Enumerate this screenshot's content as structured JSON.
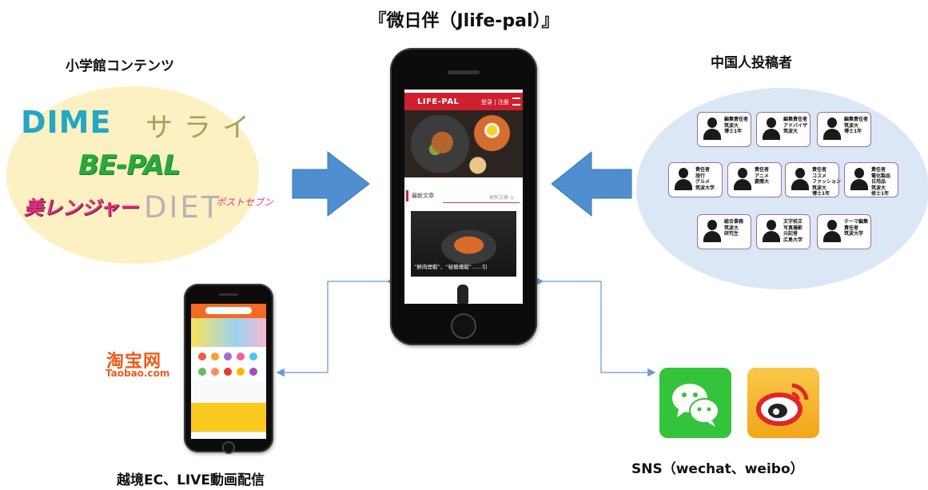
{
  "title": "『微日伴（Jlife-pal）』",
  "left": {
    "heading": "小学館コンテンツ",
    "logos": {
      "dime": "DIME",
      "sarai": "サライ",
      "bepal": "BE-PAL",
      "biren": "美レンジャー",
      "diet": "DIET",
      "post": "ポストセブン"
    }
  },
  "main_phone": {
    "logo": "LIFE-PAL",
    "login": "登录 | 注册",
    "section": "最新文章",
    "more": "更新文章 ◎",
    "caption": "“鮮肉煙蝦”、“秘醤燻蝦”……引"
  },
  "left_bottom": {
    "taobao_logo": "淘宝网",
    "taobao_url": "Taobao.com",
    "label": "越境EC、LIVE動画配信"
  },
  "right": {
    "heading": "中国人投稿者",
    "cards": [
      {
        "text": "編集責任者\n筑波大\n博士1年"
      },
      {
        "text": "編集責任者\nアドバイザ\n筑波大"
      },
      {
        "text": "編集責任者\n筑波大\n博士1年"
      },
      {
        "text": "責任者\n旅行\nグルメ\n筑波大学"
      },
      {
        "text": "責任者\nアニメ\n慶應大"
      },
      {
        "text": "責任者\nコスメ\nファッション\n筑波大\n博士1年"
      },
      {
        "text": "責任者\n電化製品\n日用品\n筑波大\n修士1年"
      },
      {
        "text": "総合事務\n筑波大\n研究生"
      },
      {
        "text": "文字校正\n写真撮影\n元記者\n広島大学"
      },
      {
        "text": "テーマ編集\n責任者\n筑波大学"
      }
    ]
  },
  "sns": {
    "label": "SNS（wechat、weibo）"
  },
  "colors": {
    "arrow_blue": "#4f8fd0",
    "left_ellipse": "#fdf0c2",
    "right_ellipse": "#dbe7f5",
    "connector": "#6b9bd1",
    "brand_red": "#cf2030"
  }
}
